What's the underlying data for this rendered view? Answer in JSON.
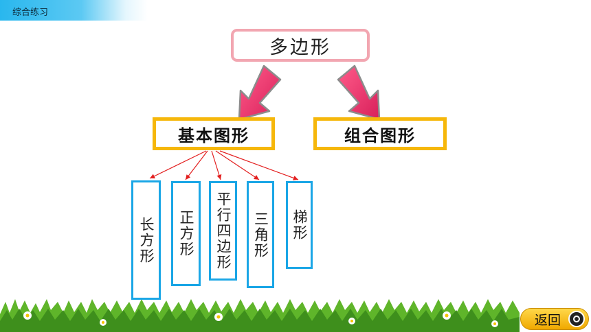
{
  "header": {
    "section_title": "综合练习"
  },
  "diagram": {
    "root": "多边形",
    "categories": [
      {
        "label": "基本图形"
      },
      {
        "label": "组合图形"
      }
    ],
    "basic_shapes": [
      "长方形",
      "正方形",
      "平行四边形",
      "三角形",
      "梯形"
    ]
  },
  "footer": {
    "back_label": "返回"
  },
  "colors": {
    "banner": "#29b7ee",
    "root_border": "#f2a6b1",
    "category_border": "#f6b70a",
    "leaf_border": "#1aa6e6",
    "big_arrow": "#e8336a",
    "thin_arrow": "#e31f1f",
    "grass": "#5fb52a"
  }
}
